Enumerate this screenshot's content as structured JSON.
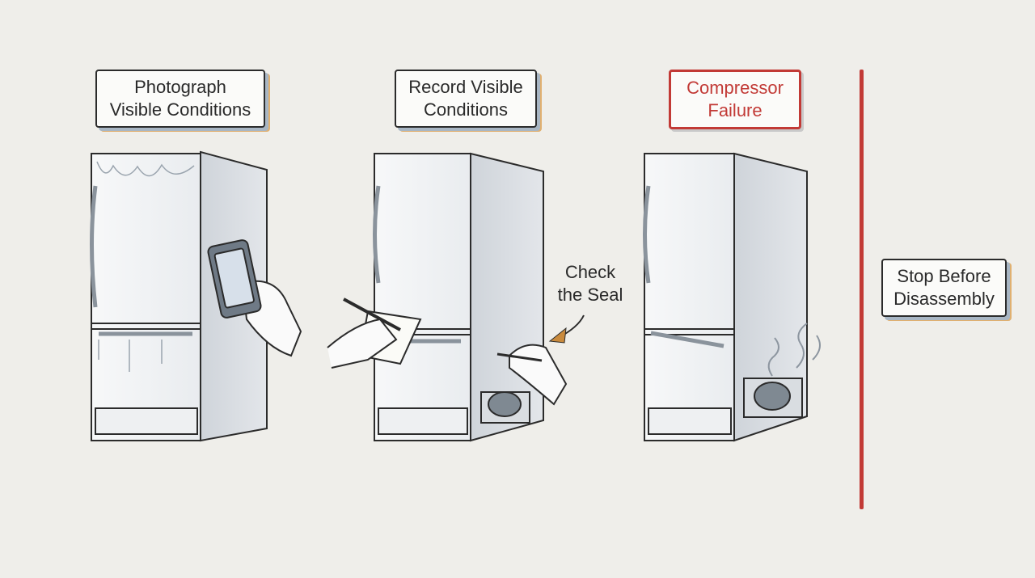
{
  "steps": [
    {
      "label": "Photograph\nVisible Conditions"
    },
    {
      "label": "Record Visible\nConditions"
    },
    {
      "label": "Compressor\nFailure"
    }
  ],
  "annotation": "Check\nthe Seal",
  "stop_label": "Stop Before\nDisassembly",
  "colors": {
    "warning": "#c23a36",
    "outline": "#2b2b2b",
    "fridge_side": "#d6dadf"
  }
}
